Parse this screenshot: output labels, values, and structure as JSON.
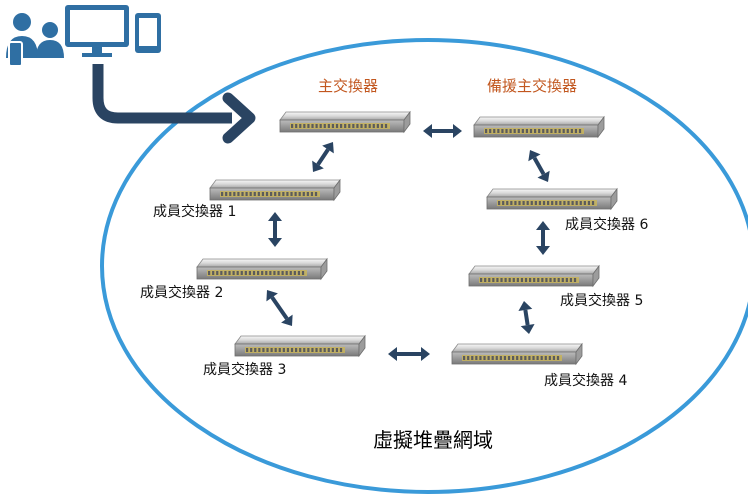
{
  "diagram": {
    "domain_label": "虛擬堆疊網域",
    "switches": [
      {
        "id": "master",
        "label": "主交換器",
        "role": "master"
      },
      {
        "id": "backup",
        "label": "備援主交換器",
        "role": "master"
      },
      {
        "id": "member1",
        "label": "成員交換器 1",
        "role": "member"
      },
      {
        "id": "member2",
        "label": "成員交換器 2",
        "role": "member"
      },
      {
        "id": "member3",
        "label": "成員交換器 3",
        "role": "member"
      },
      {
        "id": "member4",
        "label": "成員交換器 4",
        "role": "member"
      },
      {
        "id": "member5",
        "label": "成員交換器 5",
        "role": "member"
      },
      {
        "id": "member6",
        "label": "成員交換器 6",
        "role": "member"
      }
    ],
    "links": [
      [
        "master",
        "backup"
      ],
      [
        "master",
        "member1"
      ],
      [
        "member1",
        "member2"
      ],
      [
        "member2",
        "member3"
      ],
      [
        "member3",
        "member4"
      ],
      [
        "member4",
        "member5"
      ],
      [
        "member5",
        "member6"
      ],
      [
        "member6",
        "backup"
      ]
    ],
    "management_link": [
      "admin-workstation",
      "master"
    ],
    "colors": {
      "domain_outline": "#3a9ad9",
      "connector": "#2a4462",
      "master_label": "#c2571f",
      "icon_fill": "#2f6fa3"
    }
  }
}
